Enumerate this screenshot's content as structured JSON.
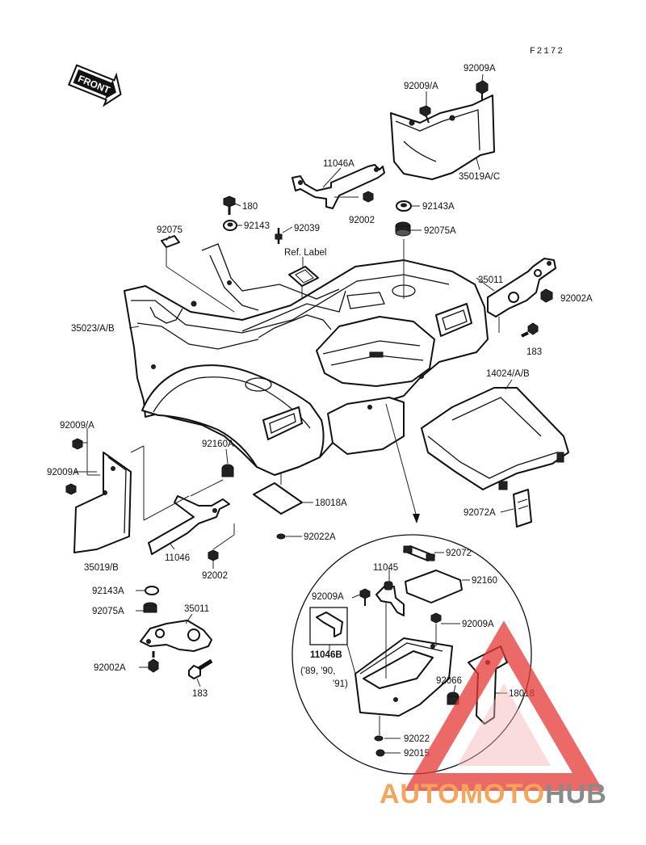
{
  "figure_code": "F2172",
  "front_arrow": "FRONT",
  "labels": {
    "p92009A_top": "92009A",
    "p92009A_slash_top": "92009/A",
    "p35019AC": "35019A/C",
    "p11046A": "11046A",
    "p92002_top": "92002",
    "p180": "180",
    "p92143": "92143",
    "p92039": "92039",
    "p92143A_top": "92143A",
    "p92075A_top": "92075A",
    "p92075": "92075",
    "ref_label": "Ref. Label",
    "p35011_top": "35011",
    "p92002A_top": "92002A",
    "p183_top": "183",
    "p35023AB": "35023/A/B",
    "p14024AB": "14024/A/B",
    "p92009A_slash_left": "92009/A",
    "p92009A_left": "92009A",
    "p35019B": "35019/B",
    "p92160A": "92160A",
    "p18018A": "18018A",
    "p92022A": "92022A",
    "p11046": "11046",
    "p92002_left": "92002",
    "p92072A": "92072A",
    "p92143A_bottom": "92143A",
    "p92075A_bottom": "92075A",
    "p35011_bottom": "35011",
    "p92002A_bottom": "92002A",
    "p183_bottom": "183",
    "p92072": "92072",
    "p11045": "11045",
    "p92160": "92160",
    "p92009A_inset_left": "92009A",
    "p92009A_inset_right": "92009A",
    "p11046B": "11046B",
    "years_line1": "('89, '90,",
    "years_line2": "'91)",
    "p92066": "92066",
    "p18018": "18018",
    "p92022": "92022",
    "p92015": "92015"
  },
  "watermark": {
    "text_auto": "AUTOMOTO",
    "text_hub": "HUB",
    "color_accent": "#f5a55a",
    "color_gray": "#8a8a8a",
    "color_triangle": "#e53935"
  }
}
